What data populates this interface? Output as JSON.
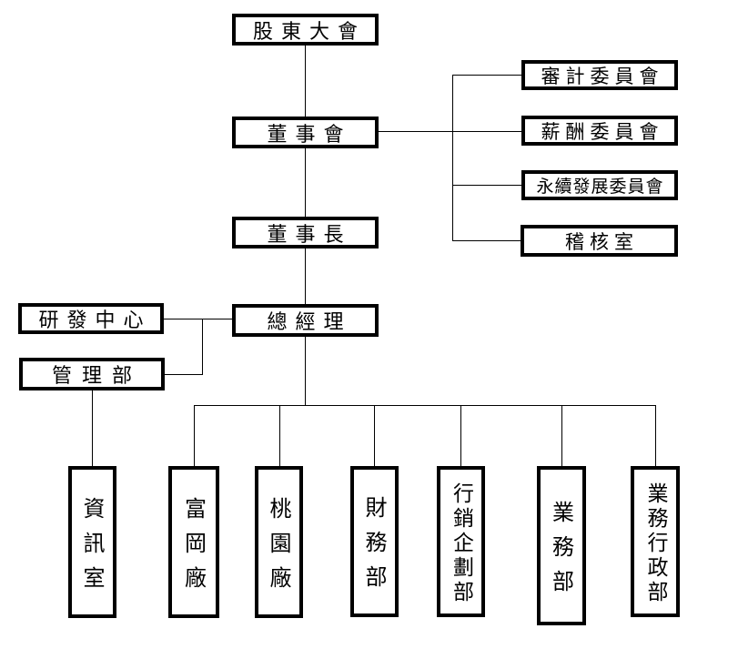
{
  "page": {
    "background_color": "#ffffff",
    "line_color": "#000000",
    "box_border_color": "#000000",
    "text_color": "#000000"
  },
  "org_chart": {
    "nodes": {
      "shareholders_meeting": {
        "label": "股東大會"
      },
      "board_of_directors": {
        "label": "董事會"
      },
      "chairman": {
        "label": "董事長"
      },
      "general_manager": {
        "label": "總經理"
      },
      "audit_committee": {
        "label": "審計委員會"
      },
      "compensation_committee": {
        "label": "薪酬委員會"
      },
      "sustainability_committee": {
        "label": "永續發展委員會"
      },
      "audit_office": {
        "label": "稽核室"
      },
      "rd_center": {
        "label": "研發中心"
      },
      "admin_dept": {
        "label": "管理部"
      },
      "it_office": {
        "label": "資訊室"
      },
      "fugang_plant": {
        "label": "富岡廠"
      },
      "taoyuan_plant": {
        "label": "桃園廠"
      },
      "finance_dept": {
        "label": "財務部"
      },
      "marketing_planning_dept": {
        "label": "行銷企劃部"
      },
      "sales_dept": {
        "label": "業務部"
      },
      "sales_admin_dept": {
        "label": "業務行政部"
      }
    },
    "edges": [
      {
        "from": "shareholders_meeting",
        "to": "board_of_directors"
      },
      {
        "from": "board_of_directors",
        "to": "audit_committee"
      },
      {
        "from": "board_of_directors",
        "to": "compensation_committee"
      },
      {
        "from": "board_of_directors",
        "to": "sustainability_committee"
      },
      {
        "from": "board_of_directors",
        "to": "audit_office"
      },
      {
        "from": "board_of_directors",
        "to": "chairman"
      },
      {
        "from": "chairman",
        "to": "general_manager"
      },
      {
        "from": "general_manager",
        "to": "rd_center"
      },
      {
        "from": "general_manager",
        "to": "admin_dept"
      },
      {
        "from": "admin_dept",
        "to": "it_office"
      },
      {
        "from": "general_manager",
        "to": "fugang_plant"
      },
      {
        "from": "general_manager",
        "to": "taoyuan_plant"
      },
      {
        "from": "general_manager",
        "to": "finance_dept"
      },
      {
        "from": "general_manager",
        "to": "marketing_planning_dept"
      },
      {
        "from": "general_manager",
        "to": "sales_dept"
      },
      {
        "from": "general_manager",
        "to": "sales_admin_dept"
      }
    ]
  }
}
